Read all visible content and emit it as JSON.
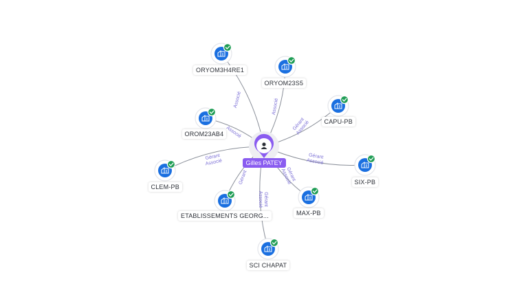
{
  "center": {
    "name": "Gilles PATEY",
    "icon": "person-icon"
  },
  "nodes": [
    {
      "id": "oryom3h4re1",
      "label": "ORYOM3H4RE1",
      "relation": "Associé",
      "icon": "building-icon",
      "status": "check-icon"
    },
    {
      "id": "oryom23s5",
      "label": "ORYOM23S5",
      "relation": "Associé",
      "icon": "building-icon",
      "status": "check-icon"
    },
    {
      "id": "capu-pb",
      "label": "CAPU-PB",
      "relation": "Gérant\nAssocié",
      "icon": "building-icon",
      "status": "check-icon"
    },
    {
      "id": "orom23ab4",
      "label": "OROM23AB4",
      "relation": "Associé",
      "icon": "building-icon",
      "status": "check-icon"
    },
    {
      "id": "six-pb",
      "label": "SIX-PB",
      "relation": "Gérant\nAssocié",
      "icon": "building-icon",
      "status": "check-icon"
    },
    {
      "id": "clem-pb",
      "label": "CLEM-PB",
      "relation": "Gérant\nAssocié",
      "icon": "building-icon",
      "status": "check-icon"
    },
    {
      "id": "max-pb",
      "label": "MAX-PB",
      "relation": "Gérant\nAssocié",
      "icon": "building-icon",
      "status": "check-icon"
    },
    {
      "id": "etablissements",
      "label": "ETABLISSEMENTS GEORG...",
      "relation": "Gérant",
      "icon": "building-icon",
      "status": "check-icon"
    },
    {
      "id": "sci-chapat",
      "label": "SCI CHAPAT",
      "relation": "Gérant\nAssocié",
      "icon": "building-icon",
      "status": "check-icon"
    }
  ],
  "colors": {
    "company": "#1a6fe0",
    "person": "#8a5cf0",
    "verified": "#1f9d55",
    "edge_label": "#7b6fd6"
  }
}
